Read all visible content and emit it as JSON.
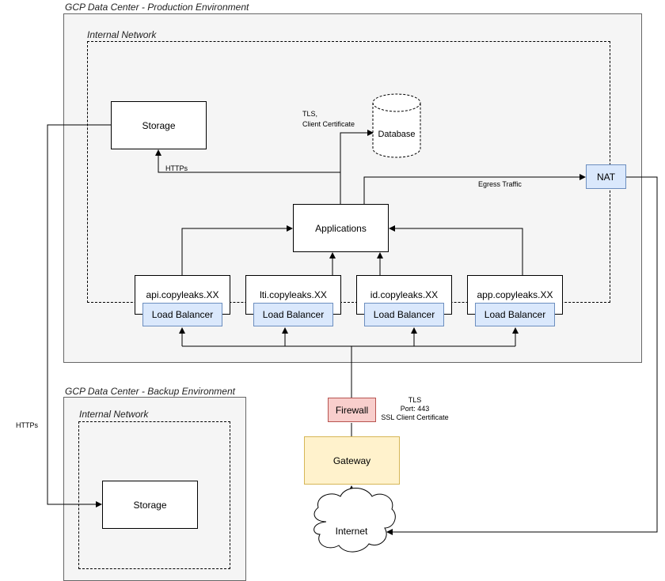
{
  "zones": {
    "production_title": "GCP Data Center - Production Environment",
    "production_internal": "Internal Network",
    "backup_title": "GCP Data Center - Backup Environment",
    "backup_internal": "Internal Network"
  },
  "nodes": {
    "storage_prod": "Storage",
    "storage_backup": "Storage",
    "database": "Database",
    "applications": "Applications",
    "nat": "NAT",
    "firewall": "Firewall",
    "gateway": "Gateway",
    "internet": "Internet"
  },
  "services": [
    {
      "host": "api.copyleaks.XX",
      "lb": "Load Balancer"
    },
    {
      "host": "lti.copyleaks.XX",
      "lb": "Load Balancer"
    },
    {
      "host": "id.copyleaks.XX",
      "lb": "Load Balancer"
    },
    {
      "host": "app.copyleaks.XX",
      "lb": "Load Balancer"
    }
  ],
  "edge_labels": {
    "tls_client_cert_1": "TLS,",
    "tls_client_cert_2": "Client Certificate",
    "https_storage": "HTTPs",
    "egress": "Egress Traffic",
    "https_backup": "HTTPs",
    "firewall_tls_1": "TLS",
    "firewall_tls_2": "Port: 443",
    "firewall_tls_3": "SSL Client Certificate"
  }
}
